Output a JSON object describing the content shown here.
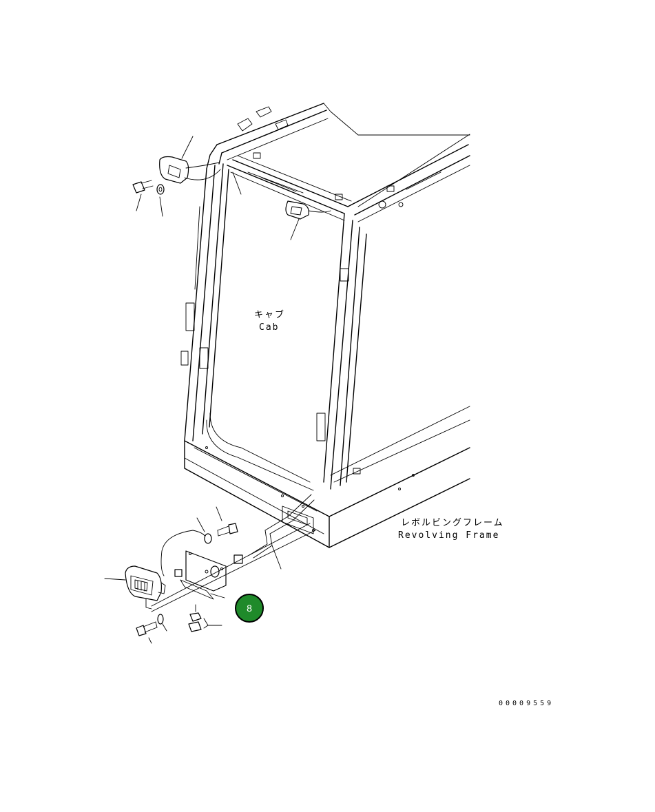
{
  "labels": {
    "cab_jp": "キャブ",
    "cab_en": "Cab",
    "frame_jp": "レボルビングフレーム",
    "frame_en": "Revolving Frame"
  },
  "callout": {
    "number": "8",
    "color": "#1f8a2a"
  },
  "drawing_number": "00009559"
}
